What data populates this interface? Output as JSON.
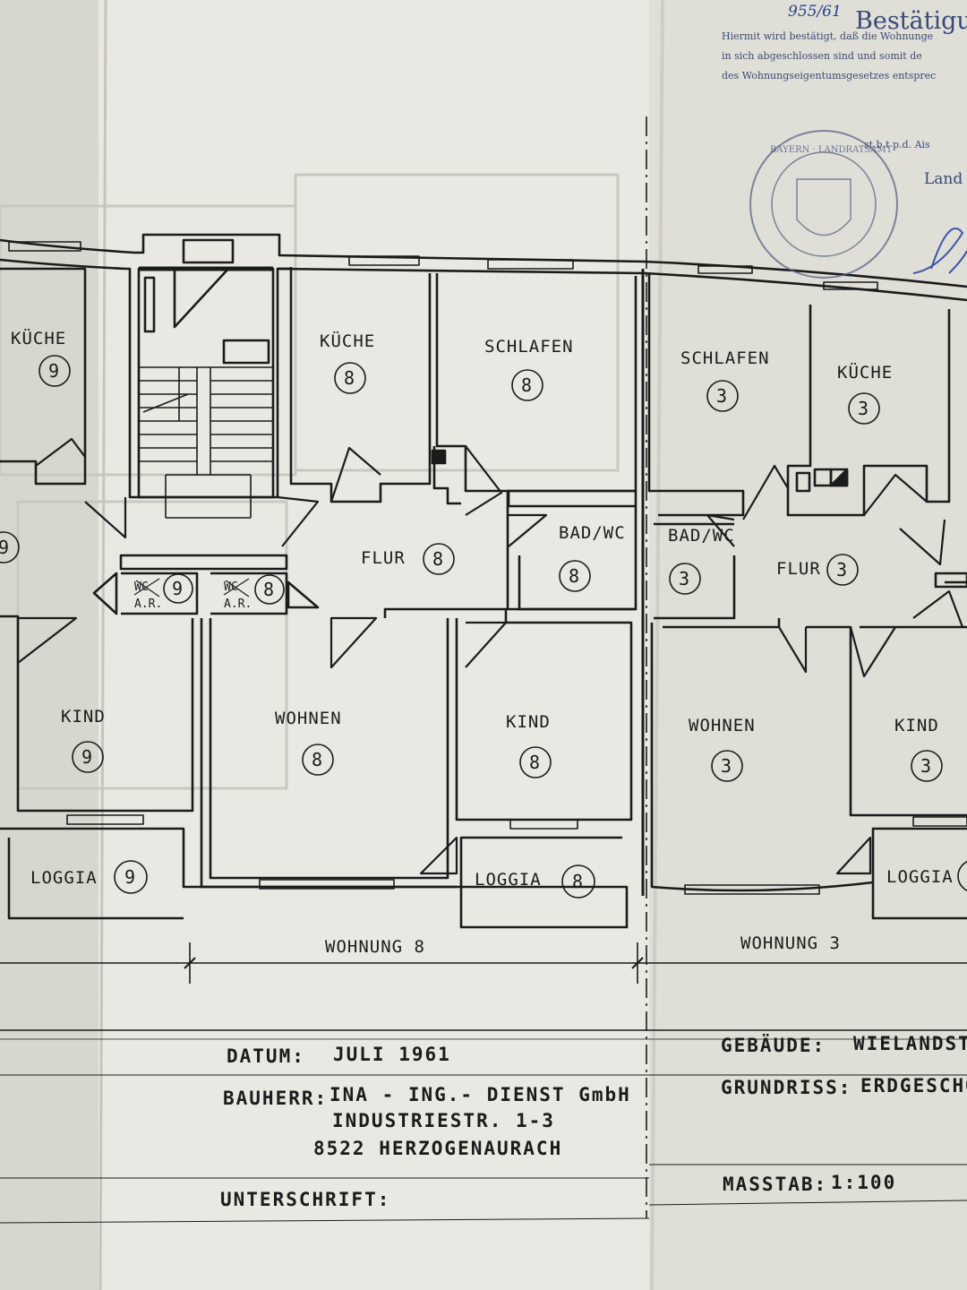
{
  "stamp": {
    "file_number": "955/61",
    "heading": "Bestätigu",
    "line1": "Hiermit wird bestätigt, daß die Wohnunge",
    "line2": "in sich abgeschlossen sind und somit de",
    "line3": "des Wohnungseigentumsgesetzes entsprec",
    "line4": "st.b.t p.d. Ais",
    "line5": "Land",
    "seal_text": "BAYERN · LANDRATSAMT"
  },
  "plan": {
    "rooms": [
      {
        "label": "KÜCHE",
        "unit": "9"
      },
      {
        "label": "KÜCHE",
        "unit": "8"
      },
      {
        "label": "SCHLAFEN",
        "unit": "8"
      },
      {
        "label": "SCHLAFEN",
        "unit": "3"
      },
      {
        "label": "KÜCHE",
        "unit": "3"
      },
      {
        "label": "FLUR",
        "unit": "8"
      },
      {
        "label": "BAD/WC",
        "unit": "8"
      },
      {
        "label": "BAD/WC",
        "unit": "3"
      },
      {
        "label": "FLUR",
        "unit": "3"
      },
      {
        "label": "WC",
        "sub": "A.R.",
        "unit": "9"
      },
      {
        "label": "WC",
        "sub": "A.R.",
        "unit": "8"
      },
      {
        "label": "KIND",
        "unit": "9"
      },
      {
        "label": "WOHNEN",
        "unit": "8"
      },
      {
        "label": "KIND",
        "unit": "8"
      },
      {
        "label": "WOHNEN",
        "unit": "3"
      },
      {
        "label": "KIND",
        "unit": "3"
      },
      {
        "label": "LOGGIA",
        "unit": "9"
      },
      {
        "label": "LOGGIA",
        "unit": "8"
      },
      {
        "label": "LOGGIA",
        "unit": ""
      }
    ],
    "edge_unit_left": "9",
    "apartment_labels": [
      "WOHNUNG 8",
      "WOHNUNG 3"
    ]
  },
  "title_block": {
    "datum_label": "DATUM:",
    "datum_value": "JULI 1961",
    "bauherr_label": "BAUHERR:",
    "bauherr_line1": "INA - ING.- DIENST GmbH",
    "bauherr_line2": "INDUSTRIESTR. 1-3",
    "bauherr_line3": "8522 HERZOGENAURACH",
    "unterschrift_label": "UNTERSCHRIFT:",
    "gebaeude_label": "GEBÄUDE:",
    "gebaeude_value": "WIELANDST",
    "grundriss_label": "GRUNDRISS:",
    "grundriss_value": "ERDGESCHO",
    "massstab_label": "MASSTAB:",
    "massstab_value": "1:100"
  }
}
